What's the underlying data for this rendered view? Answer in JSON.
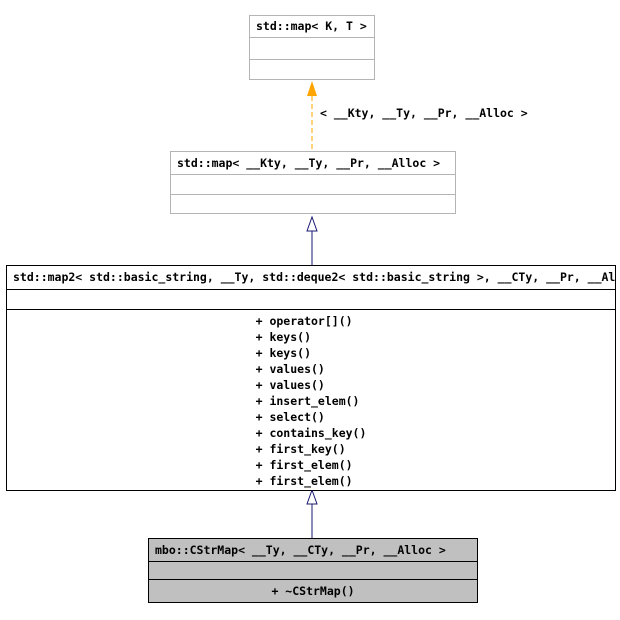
{
  "diagram": {
    "type": "uml-class-inheritance",
    "edge_label": "< __Kty, __Ty, __Pr, __Alloc >",
    "classes": [
      {
        "name": "std::map< K, T >",
        "attributes": [],
        "methods": []
      },
      {
        "name": "std::map< __Kty, __Ty, __Pr, __Alloc >",
        "attributes": [],
        "methods": []
      },
      {
        "name": "std::map2< std::basic_string, __Ty, std::deque2< std::basic_string >, __CTy, __Pr, __Al",
        "attributes": [],
        "methods": [
          "+ operator[]()",
          "+ keys()",
          "+ keys()",
          "+ values()",
          "+ values()",
          "+ insert_elem()",
          "+ select()",
          "+ contains_key()",
          "+ first_key()",
          "+ first_elem()",
          "+ first_elem()"
        ]
      },
      {
        "name": "mbo::CStrMap< __Ty, __CTy, __Pr, __Alloc >",
        "attributes": [],
        "methods": [
          "+ ~CStrMap()"
        ]
      }
    ],
    "colors": {
      "template_arrow": "#ffa500",
      "inheritance_arrow": "#191970",
      "light_border": "#b4b4b4",
      "dark_border": "#000000",
      "highlight_fill": "#c0c0c0",
      "node_fill": "#ffffff",
      "text": "#000000"
    }
  }
}
